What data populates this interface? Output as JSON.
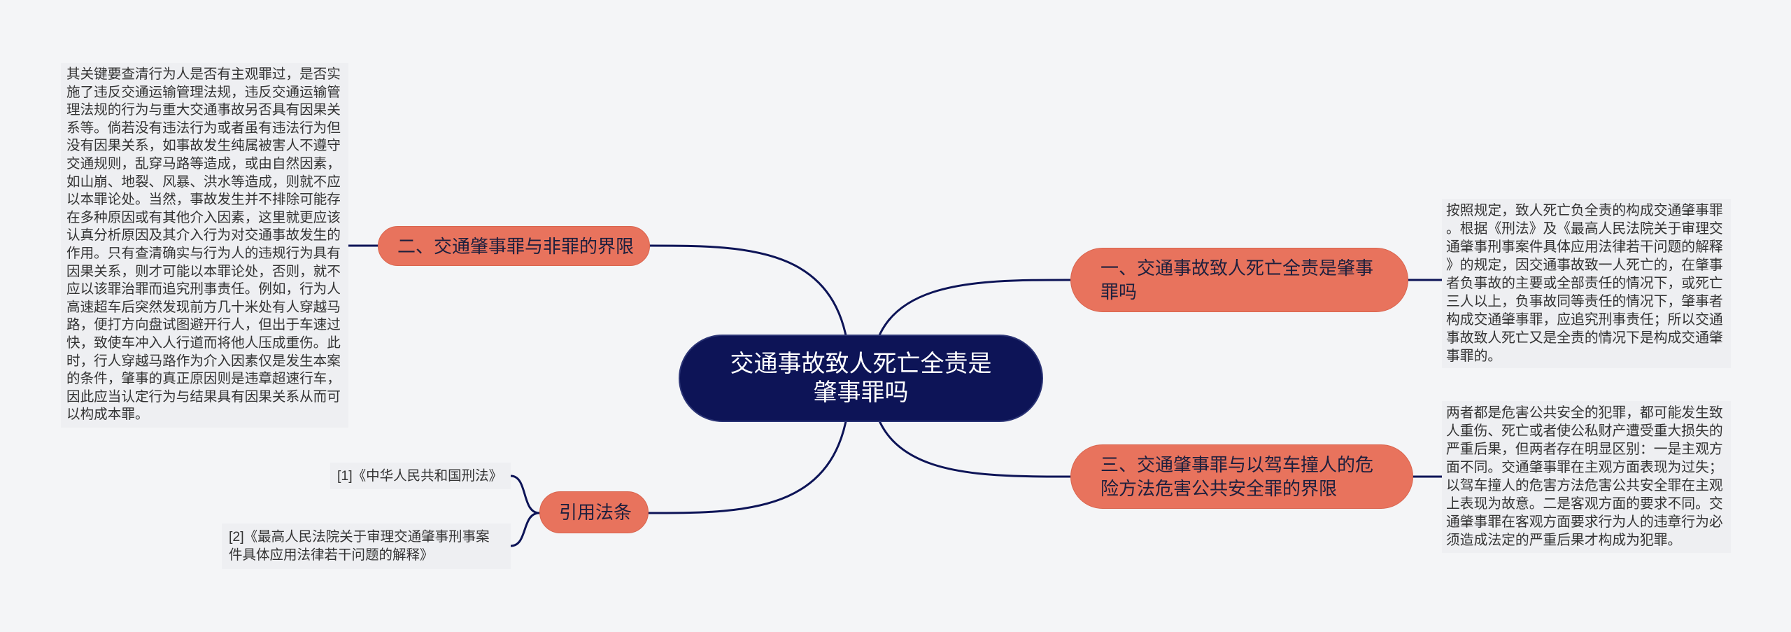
{
  "colors": {
    "background": "#f4f5f7",
    "center_fill": "#0d1457",
    "center_text": "#ffffff",
    "branch_fill": "#e8735d",
    "branch_text": "#1d1f3d",
    "leaf_fill": "#eeeff2",
    "leaf_text": "#333333",
    "connector": "#0d1457"
  },
  "central_topic": {
    "lines": [
      "交通事故致人死亡全责是",
      "肇事罪吗"
    ]
  },
  "topics": {
    "right_1": {
      "title_lines": [
        "一、交通事故致人死亡全责是肇事",
        "罪吗"
      ],
      "detail_lines": [
        "按照规定，致人死亡负全责的构成交通肇事罪",
        "。根据《刑法》及《最高人民法院关于审理交",
        "通肇事刑事案件具体应用法律若干问题的解释",
        "》的规定，因交通事故致一人死亡的，在肇事",
        "者负事故的主要或全部责任的情况下，或死亡",
        "三人以上，负事故同等责任的情况下，肇事者",
        "构成交通肇事罪，应追究刑事责任；所以交通",
        "事故致人死亡又是全责的情况下是构成交通肇",
        "事罪的。"
      ]
    },
    "right_2": {
      "title_lines": [
        "三、交通肇事罪与以驾车撞人的危",
        "险方法危害公共安全罪的界限"
      ],
      "detail_lines": [
        "两者都是危害公共安全的犯罪，都可能发生致",
        "人重伤、死亡或者使公私财产遭受重大损失的",
        "严重后果，但两者存在明显区别：一是主观方",
        "面不同。交通肇事罪在主观方面表现为过失；",
        "以驾车撞人的危害方法危害公共安全罪在主观",
        "上表现为故意。二是客观方面的要求不同。交",
        "通肇事罪在客观方面要求行为人的违章行为必",
        "须造成法定的严重后果才构成为犯罪。"
      ]
    },
    "left_1": {
      "title_lines": [
        "二、交通肇事罪与非罪的界限"
      ],
      "detail_lines": [
        "其关键要查清行为人是否有主观罪过，是否实",
        "施了违反交通运输管理法规，违反交通运输管",
        "理法规的行为与重大交通事故另否具有因果关",
        "系等。倘若没有违法行为或者虽有违法行为但",
        "没有因果关系，如事故发生纯属被害人不遵守",
        "交通规则，乱穿马路等造成，或由自然因素，",
        "如山崩、地裂、风暴、洪水等造成，则就不应",
        "以本罪论处。当然，事故发生并不排除可能存",
        "在多种原因或有其他介入因素，这里就更应该",
        "认真分析原因及其介入行为对交通事故发生的",
        "作用。只有查清确实与行为人的违规行为具有",
        "因果关系，则才可能以本罪论处，否则，就不",
        "应以该罪治罪而追究刑事责任。例如，行为人",
        "高速超车后突然发现前方几十米处有人穿越马",
        "路，便打方向盘试图避开行人，但出于车速过",
        "快，致使车冲入人行道而将他人压成重伤。此",
        "时，行人穿越马路作为介入因素仅是发生本案",
        "的条件，肇事的真正原因则是违章超速行车，",
        "因此应当认定行为与结果具有因果关系从而可",
        "以构成本罪。"
      ]
    },
    "left_2": {
      "title_lines": [
        "引用法条"
      ],
      "references": [
        {
          "lines": [
            "[1]《中华人民共和国刑法》"
          ]
        },
        {
          "lines": [
            "[2]《最高人民法院关于审理交通肇事刑事案",
            "件具体应用法律若干问题的解释》"
          ]
        }
      ]
    }
  }
}
